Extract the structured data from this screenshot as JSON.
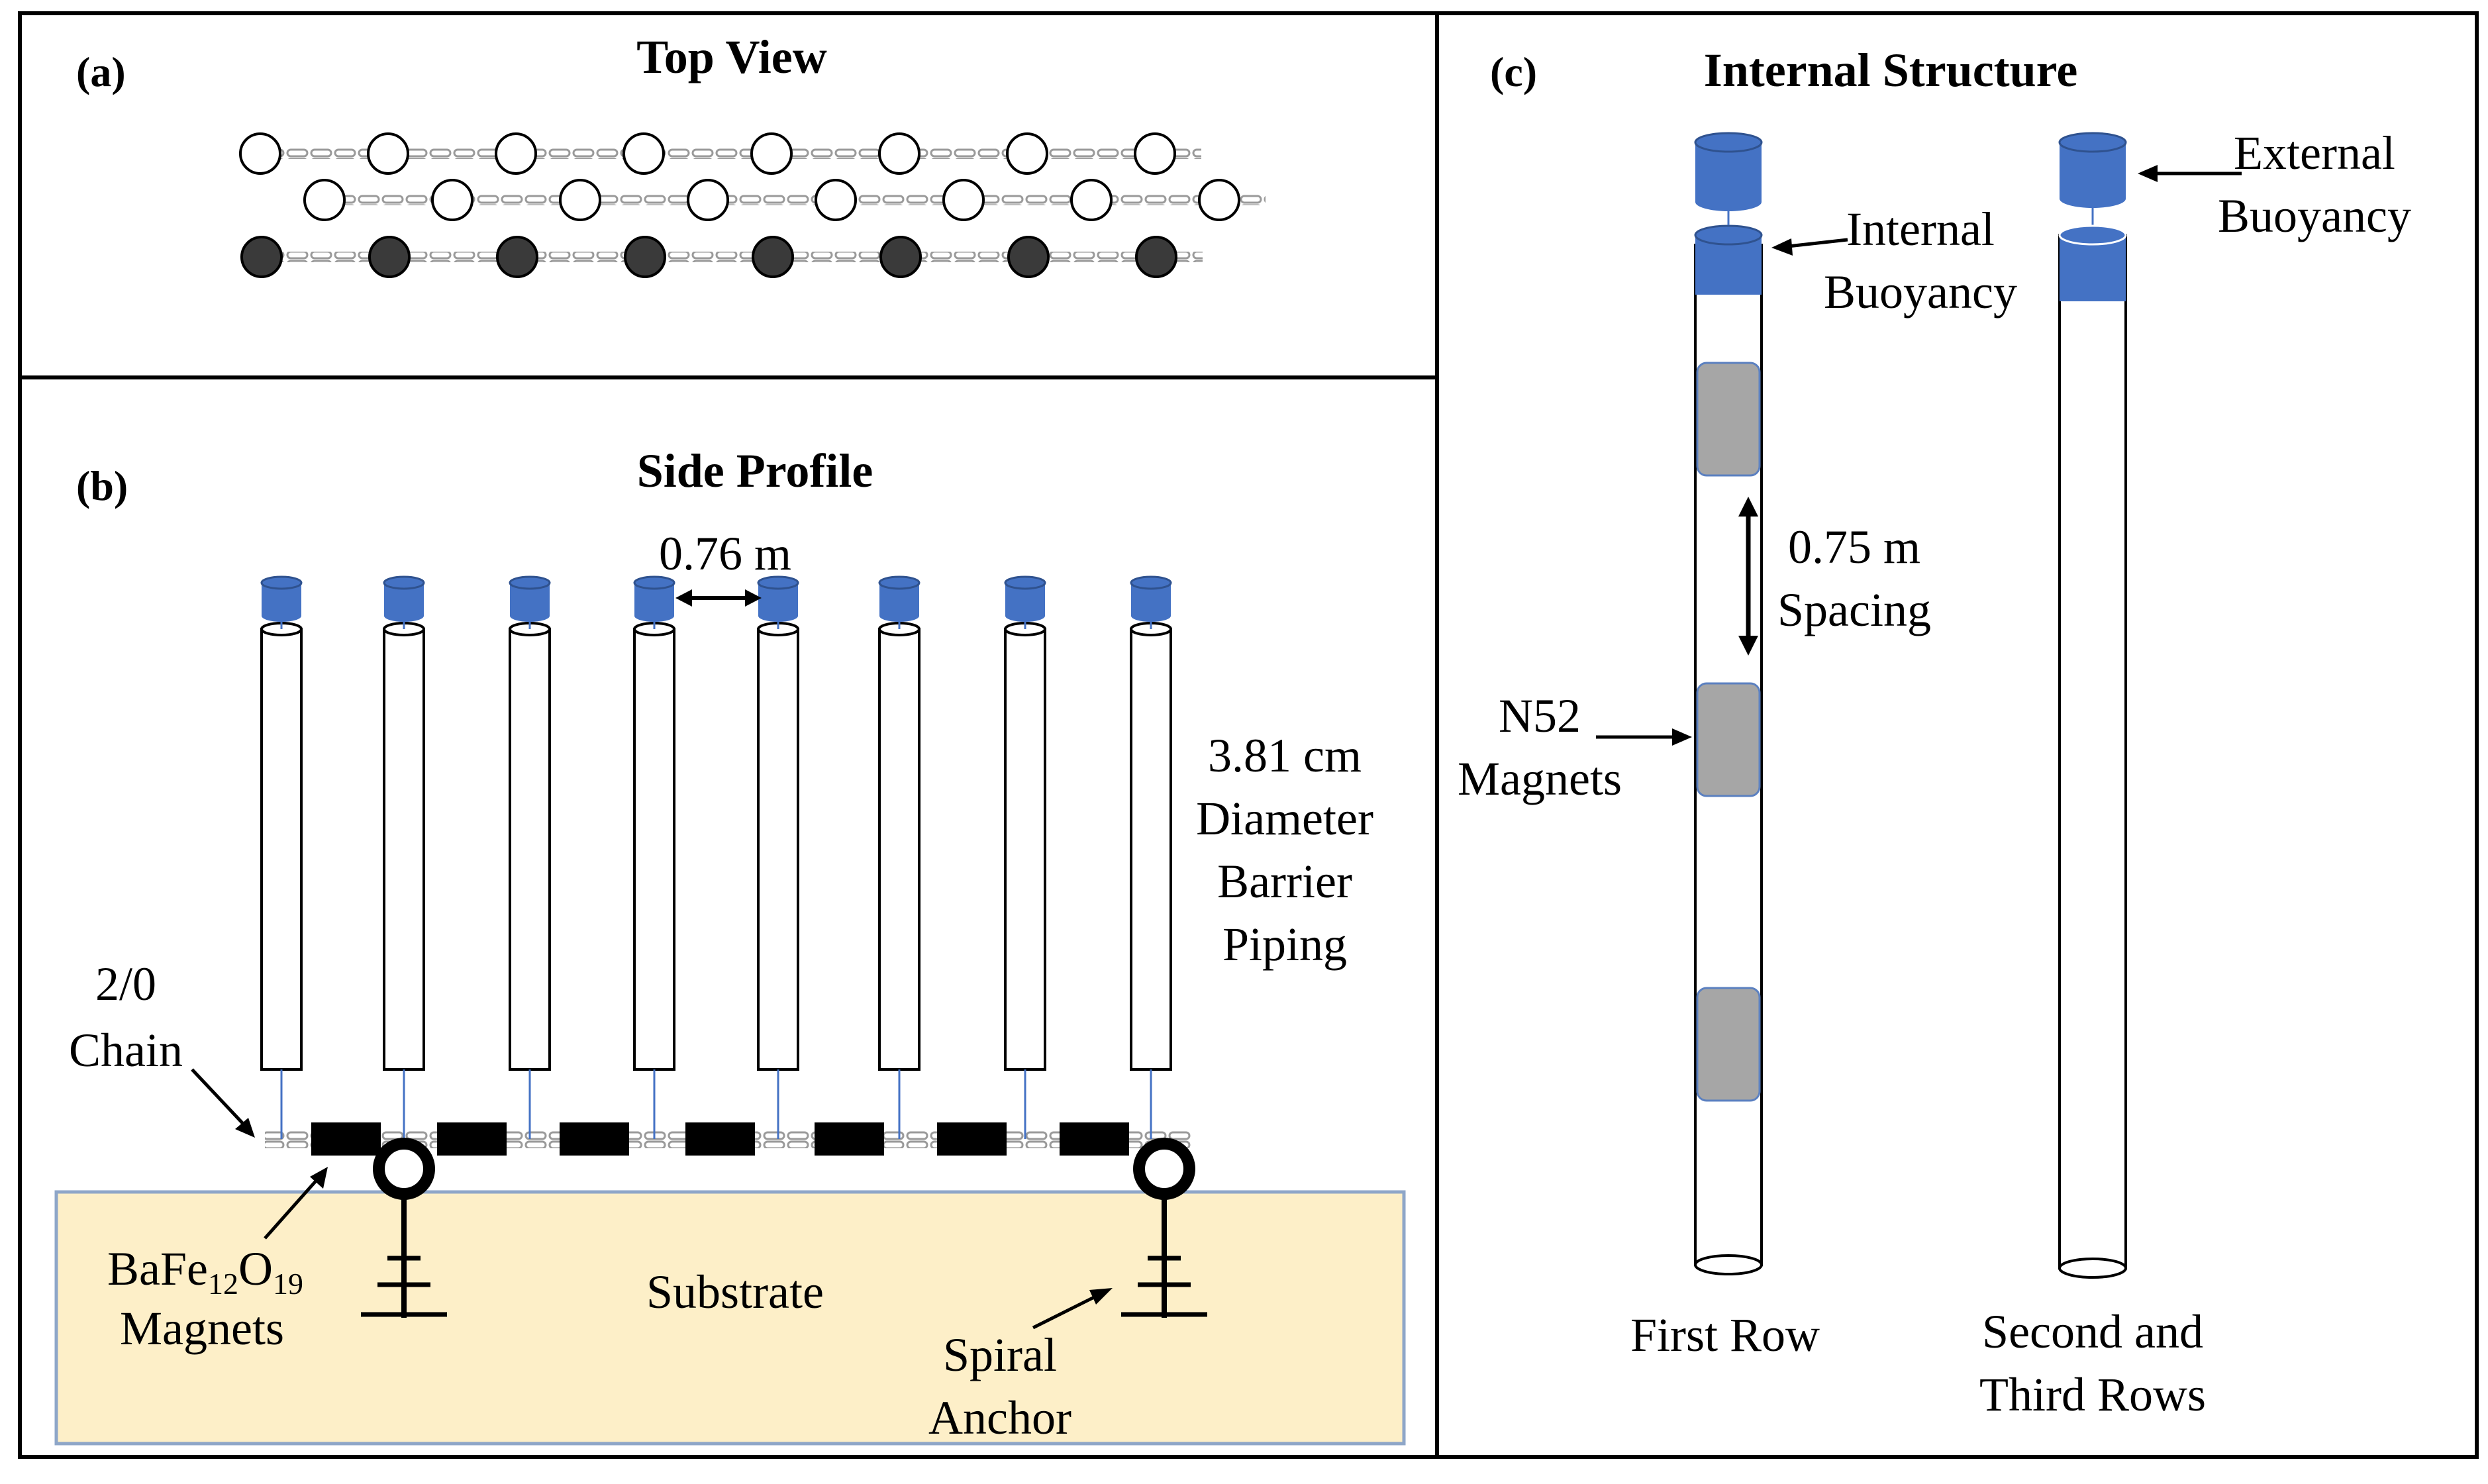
{
  "panel_a": {
    "letter": "(a)",
    "title": "Top View"
  },
  "panel_b": {
    "letter": "(b)",
    "title": "Side Profile",
    "spacing_label": "0.76 m",
    "pipe_label": [
      "3.81 cm",
      "Diameter",
      "Barrier",
      "Piping"
    ],
    "chain_label": [
      "2/0",
      "Chain"
    ],
    "magnet_label_line1_pre": "BaFe",
    "magnet_label_sub1": "12",
    "magnet_label_line1_mid": "O",
    "magnet_label_sub2": "19",
    "magnet_label_line2": "Magnets",
    "substrate_label": "Substrate",
    "anchor_label": [
      "Spiral",
      "Anchor"
    ]
  },
  "panel_c": {
    "letter": "(c)",
    "title": "Internal Structure",
    "internal_buoyancy": [
      "Internal",
      "Buoyancy"
    ],
    "external_buoyancy": [
      "External",
      "Buoyancy"
    ],
    "spacing_label": [
      "0.75 m",
      "Spacing"
    ],
    "magnet_label": [
      "N52",
      "Magnets"
    ],
    "first_row": "First Row",
    "second_third_rows": [
      "Second and",
      "Third Rows"
    ]
  },
  "colors": {
    "buoy_blue": "#4472c4",
    "magnet_gray": "#a6a6a6",
    "substrate": "#fdefc8",
    "dark_node": "#3a3a3a",
    "chain_gray": "#b5b5b5"
  }
}
